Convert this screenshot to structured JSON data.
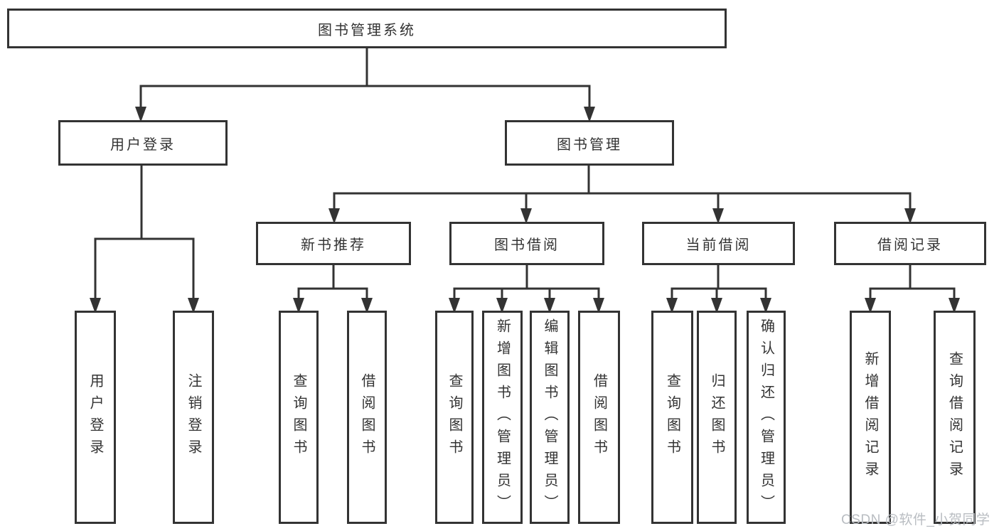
{
  "diagram": {
    "root": {
      "label": "图书管理系统"
    },
    "level2": {
      "userLogin": {
        "label": "用户登录"
      },
      "bookManagement": {
        "label": "图书管理"
      }
    },
    "level3": {
      "newBookRecommend": {
        "label": "新书推荐"
      },
      "bookBorrow": {
        "label": "图书借阅"
      },
      "currentBorrow": {
        "label": "当前借阅"
      },
      "borrowRecords": {
        "label": "借阅记录"
      }
    },
    "leaves": {
      "userLoginLeaf": {
        "label": "用户登录"
      },
      "logoutLeaf": {
        "label": "注销登录"
      },
      "queryBooksRecommend": {
        "label": "查询图书"
      },
      "borrowBooksRecommend": {
        "label": "借阅图书"
      },
      "queryBooksBorrow": {
        "label": "查询图书"
      },
      "addBooksAdmin": {
        "label": "新增图书（管理员）"
      },
      "editBooksAdmin": {
        "label": "编辑图书（管理员）"
      },
      "borrowBooksBorrow": {
        "label": "借阅图书"
      },
      "queryBooksCurrent": {
        "label": "查询图书"
      },
      "returnBooks": {
        "label": "归还图书"
      },
      "confirmReturnAdmin": {
        "label": "确认归还（管理员）"
      },
      "addBorrowRecord": {
        "label": "新增借阅记录"
      },
      "queryBorrowRecord": {
        "label": "查询借阅记录"
      }
    },
    "watermark": "CSDN @软件_小贺同学",
    "colors": {
      "line": "#333333",
      "text": "#333333",
      "background": "#ffffff",
      "watermark": "#b9bdc2"
    }
  }
}
